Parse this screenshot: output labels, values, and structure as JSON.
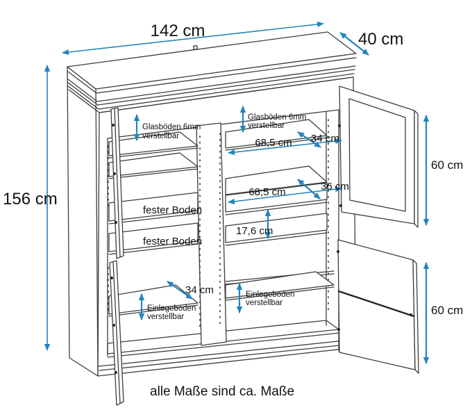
{
  "diagram": {
    "note": "alle Maße sind ca. Maße",
    "dimensions": {
      "width": "142 cm",
      "depth": "40 cm",
      "height": "156 cm",
      "inner_width_top": "68,5 cm",
      "inner_width_mid": "68,5 cm",
      "glass_shelf_depth": "34 cm",
      "mid_shelf_depth": "36 cm",
      "compartment_height": "17,6 cm",
      "lower_shelf_depth": "34 cm",
      "upper_door_height": "60 cm",
      "lower_door_height": "60 cm"
    },
    "labels": {
      "glass_left_line1": "Glasböden 6mm",
      "glass_left_line2": "verstellbar",
      "glass_right_line1": "Glasböden 6mm",
      "glass_right_line2": "verstellbar",
      "fixed_shelf_upper": "fester Boden",
      "fixed_shelf_lower": "fester Boden",
      "adj_left_line1": "Einlegeboden",
      "adj_left_line2": "verstellbar",
      "adj_right_line1": "Einlegeboden",
      "adj_right_line2": "verstellbar"
    },
    "colors": {
      "dimension": "#2484bb",
      "line_art": "#3c3c3c",
      "text": "#111111"
    }
  }
}
